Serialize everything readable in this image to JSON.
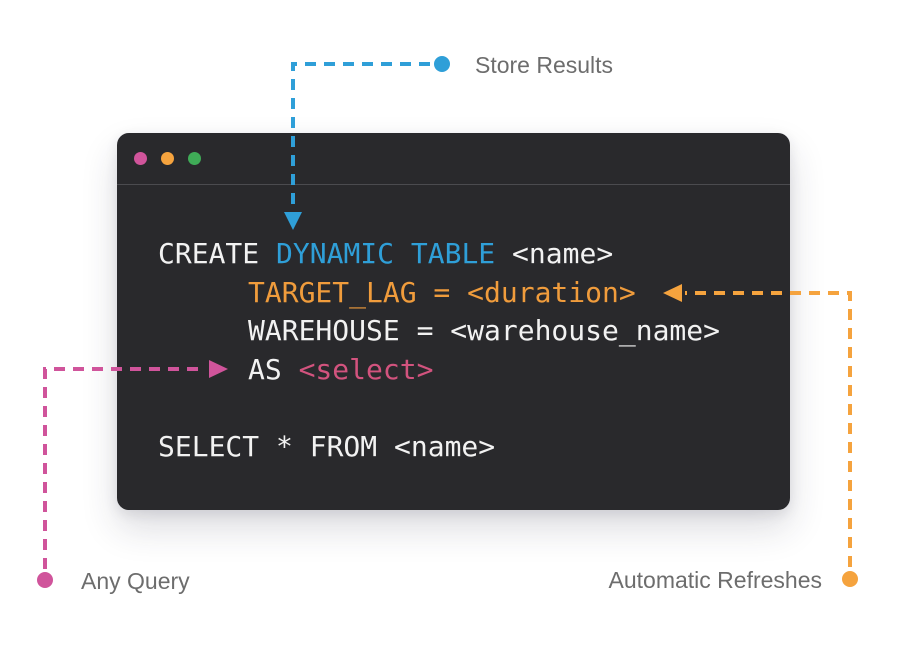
{
  "colors": {
    "page-bg": "#ffffff",
    "window-bg": "#29292c",
    "divider": "#4b4b4f",
    "code-white": "#f2f2f2",
    "code-blue": "#2f9fd8",
    "code-orange": "#f09c3c",
    "code-pink": "#d2537e",
    "annotation-blue": "#2f9fd8",
    "annotation-pink": "#d0549b",
    "annotation-orange": "#f5a33e",
    "traffic-pink": "#d0549b",
    "traffic-orange": "#f5a33e",
    "traffic-green": "#3fab57",
    "label-gray": "#6d6d6d"
  },
  "window": {
    "traffic_lights": [
      "pink",
      "orange",
      "green"
    ],
    "code_lines": [
      {
        "indent": 0,
        "segments": [
          {
            "text": "CREATE ",
            "color": "white"
          },
          {
            "text": "DYNAMIC TABLE ",
            "color": "blue"
          },
          {
            "text": "<name>",
            "color": "white"
          }
        ]
      },
      {
        "indent": 1,
        "segments": [
          {
            "text": "TARGET_LAG = <duration>",
            "color": "orange"
          }
        ]
      },
      {
        "indent": 1,
        "segments": [
          {
            "text": "WAREHOUSE = <warehouse_name>",
            "color": "white"
          }
        ]
      },
      {
        "indent": 1,
        "segments": [
          {
            "text": "AS ",
            "color": "white"
          },
          {
            "text": "<select>",
            "color": "pink"
          }
        ]
      },
      {
        "indent": 0,
        "segments": []
      },
      {
        "indent": 0,
        "segments": [
          {
            "text": "SELECT * FROM <name>",
            "color": "white"
          }
        ]
      }
    ]
  },
  "annotations": {
    "store_results": {
      "label": "Store Results",
      "color": "#2f9fd8",
      "points_to": "DYNAMIC TABLE"
    },
    "any_query": {
      "label": "Any Query",
      "color": "#d0549b",
      "points_to": "AS <select>"
    },
    "automatic_refreshes": {
      "label": "Automatic Refreshes",
      "color": "#f5a33e",
      "points_to": "<duration>"
    }
  }
}
